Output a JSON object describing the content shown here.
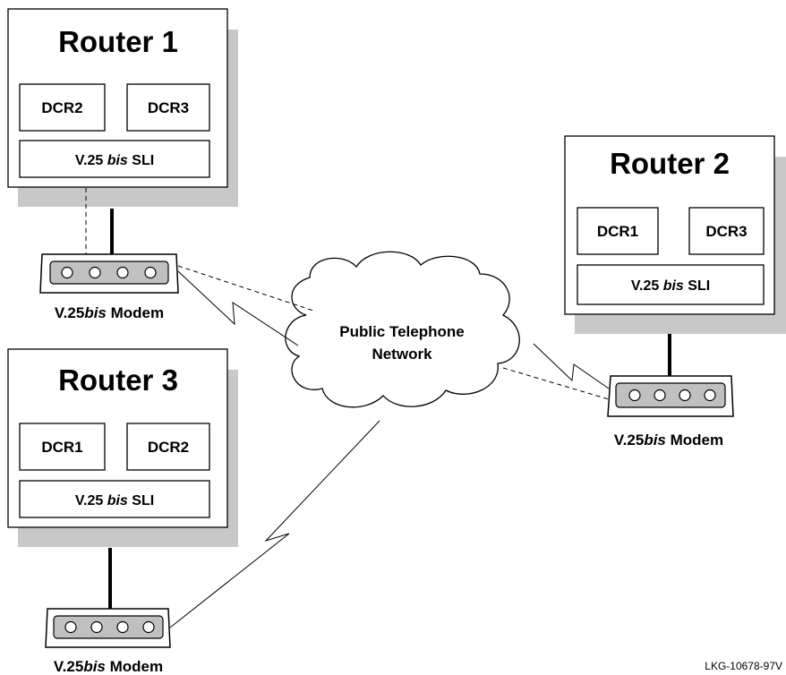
{
  "routers": [
    {
      "title": "Router 1",
      "dcr_left": "DCR2",
      "dcr_right": "DCR3",
      "sli_prefix": "V.25 ",
      "sli_italic": "bis",
      "sli_suffix": " SLI"
    },
    {
      "title": "Router 2",
      "dcr_left": "DCR1",
      "dcr_right": "DCR3",
      "sli_prefix": "V.25 ",
      "sli_italic": "bis",
      "sli_suffix": " SLI"
    },
    {
      "title": "Router 3",
      "dcr_left": "DCR1",
      "dcr_right": "DCR2",
      "sli_prefix": "V.25 ",
      "sli_italic": "bis",
      "sli_suffix": " SLI"
    }
  ],
  "modems": [
    {
      "prefix": "V.25",
      "italic": "bis",
      "suffix": " Modem"
    },
    {
      "prefix": "V.25",
      "italic": "bis",
      "suffix": " Modem"
    },
    {
      "prefix": "V.25",
      "italic": "bis",
      "suffix": " Modem"
    }
  ],
  "network": {
    "line1": "Public Telephone",
    "line2": "Network"
  },
  "figure_id": "LKG-10678-97V",
  "colors": {
    "shadow": "#c8c8c8",
    "modem_panel": "#c0c0c0",
    "line": "#000000"
  }
}
